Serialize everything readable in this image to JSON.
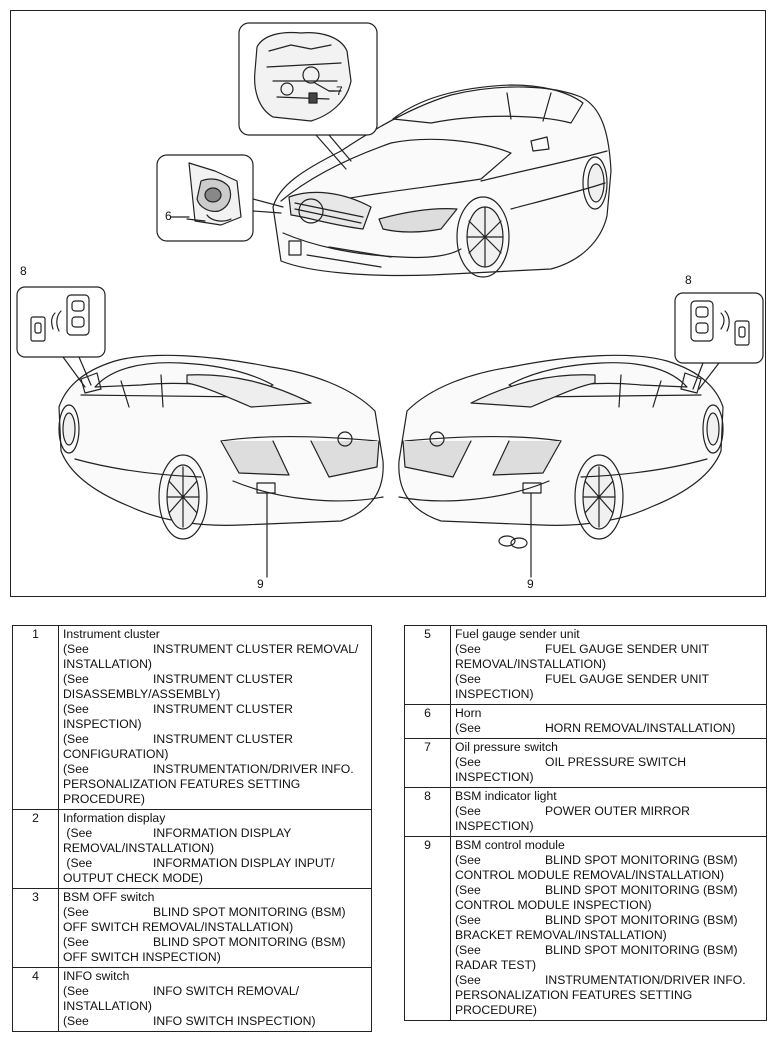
{
  "figure": {
    "callouts": [
      "7",
      "6",
      "8",
      "8",
      "9",
      "9"
    ]
  },
  "left_table": [
    {
      "num": "1",
      "name": "Instrument cluster",
      "refs": [
        {
          "see": "(See",
          "first": "INSTRUMENT CLUSTER REMOVAL/",
          "rest": [
            "INSTALLATION)"
          ]
        },
        {
          "see": "(See",
          "first": "INSTRUMENT CLUSTER",
          "rest": [
            "DISASSEMBLY/ASSEMBLY)"
          ]
        },
        {
          "see": "(See",
          "first": "INSTRUMENT CLUSTER",
          "rest": [
            "INSPECTION)"
          ]
        },
        {
          "see": "(See",
          "first": "INSTRUMENT CLUSTER",
          "rest": [
            "CONFIGURATION)"
          ]
        },
        {
          "see": "(See",
          "first": "INSTRUMENTATION/DRIVER INFO.",
          "rest": [
            "PERSONALIZATION FEATURES SETTING",
            "PROCEDURE)"
          ]
        }
      ]
    },
    {
      "num": "2",
      "name": "Information display",
      "refs": [
        {
          "see": " (See",
          "first": "INFORMATION DISPLAY",
          "rest": [
            "REMOVAL/INSTALLATION)"
          ]
        },
        {
          "see": " (See",
          "first": "INFORMATION DISPLAY INPUT/",
          "rest": [
            "OUTPUT CHECK MODE)"
          ]
        }
      ]
    },
    {
      "num": "3",
      "name": "BSM OFF switch",
      "refs": [
        {
          "see": "(See",
          "first": "BLIND SPOT MONITORING (BSM)",
          "rest": [
            "OFF SWITCH REMOVAL/INSTALLATION)"
          ]
        },
        {
          "see": "(See",
          "first": "BLIND SPOT MONITORING (BSM)",
          "rest": [
            "OFF SWITCH INSPECTION)"
          ]
        }
      ]
    },
    {
      "num": "4",
      "name": "INFO switch",
      "refs": [
        {
          "see": "(See",
          "first": "INFO SWITCH REMOVAL/",
          "rest": [
            "INSTALLATION)"
          ]
        },
        {
          "see": "(See",
          "first": "INFO SWITCH INSPECTION)",
          "rest": []
        }
      ]
    }
  ],
  "right_table": [
    {
      "num": "5",
      "name": "Fuel gauge sender unit",
      "refs": [
        {
          "see": "(See",
          "first": "FUEL GAUGE SENDER UNIT",
          "rest": [
            "REMOVAL/INSTALLATION)"
          ]
        },
        {
          "see": "(See",
          "first": "FUEL GAUGE SENDER UNIT",
          "rest": [
            "INSPECTION)"
          ]
        }
      ]
    },
    {
      "num": "6",
      "name": "Horn",
      "refs": [
        {
          "see": "(See",
          "first": "HORN REMOVAL/INSTALLATION)",
          "rest": []
        }
      ]
    },
    {
      "num": "7",
      "name": "Oil pressure switch",
      "refs": [
        {
          "see": "(See",
          "first": "OIL PRESSURE SWITCH",
          "rest": [
            "INSPECTION)"
          ]
        }
      ]
    },
    {
      "num": "8",
      "name": "BSM indicator light",
      "refs": [
        {
          "see": "(See",
          "first": "POWER OUTER MIRROR",
          "rest": [
            "INSPECTION)"
          ]
        }
      ]
    },
    {
      "num": "9",
      "name": "BSM control module",
      "refs": [
        {
          "see": "(See",
          "first": "BLIND SPOT MONITORING (BSM)",
          "rest": [
            "CONTROL MODULE REMOVAL/INSTALLATION)"
          ]
        },
        {
          "see": "(See",
          "first": "BLIND SPOT MONITORING (BSM)",
          "rest": [
            "CONTROL MODULE INSPECTION)"
          ]
        },
        {
          "see": "(See",
          "first": "BLIND SPOT MONITORING (BSM)",
          "rest": [
            "BRACKET REMOVAL/INSTALLATION)"
          ]
        },
        {
          "see": "(See",
          "first": "BLIND SPOT MONITORING (BSM)",
          "rest": [
            "RADAR TEST)"
          ]
        },
        {
          "see": "(See",
          "first": "INSTRUMENTATION/DRIVER INFO.",
          "rest": [
            "PERSONALIZATION FEATURES SETTING",
            "PROCEDURE)"
          ]
        }
      ]
    }
  ]
}
